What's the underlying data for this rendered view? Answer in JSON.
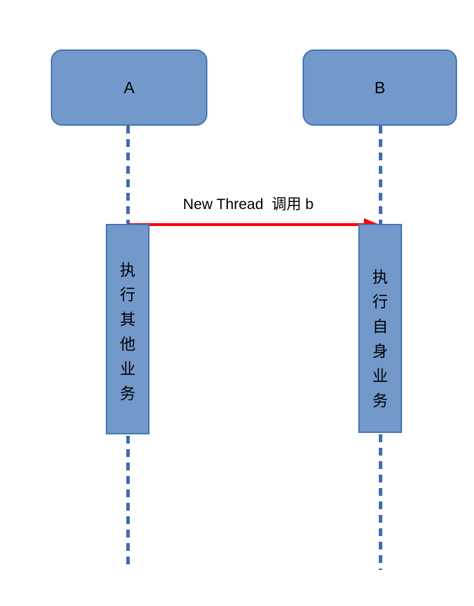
{
  "diagram": {
    "type": "sequence",
    "actors": [
      {
        "label": "A"
      },
      {
        "label": "B"
      }
    ],
    "message": {
      "label": "New Thread  调用 b",
      "from": "A",
      "to": "B"
    },
    "activations": [
      {
        "actor": "A",
        "text": "执行其他业务",
        "chars": [
          "执",
          "行",
          "其",
          "他",
          "业",
          "务"
        ]
      },
      {
        "actor": "B",
        "text": "执行自身业务",
        "chars": [
          "执",
          "行",
          "自",
          "身",
          "业",
          "务"
        ]
      }
    ],
    "colors": {
      "shape_fill": "#7399CB",
      "shape_border": "#4476B6",
      "lifeline": "#3F6DB5",
      "arrow": "#FF0000",
      "text": "#000000",
      "background": "#FFFFFF"
    }
  }
}
